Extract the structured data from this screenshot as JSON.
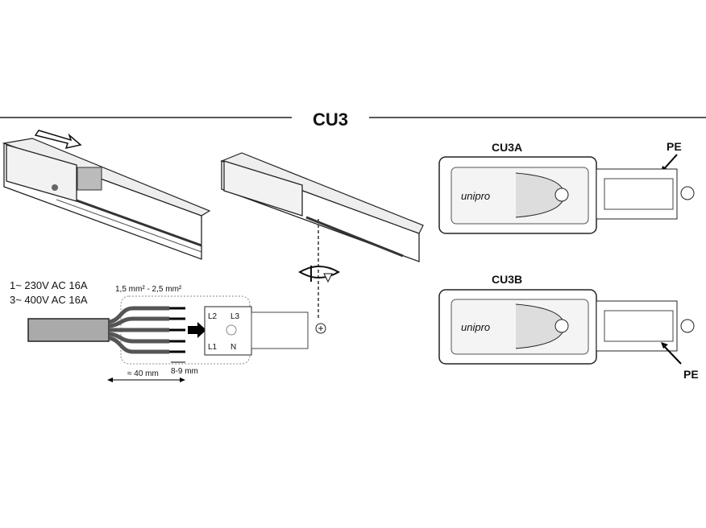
{
  "title": "CU3",
  "supply": {
    "line1": "1~ 230V AC 16A",
    "line2": "3~ 400V AC 16A"
  },
  "wire": {
    "cross_section": "1,5 mm² - 2,5 mm²",
    "strip_length": "8-9 mm",
    "sheath_length": "≈ 40 mm"
  },
  "terminals": [
    "L2",
    "L3",
    "L1",
    "N"
  ],
  "variants": [
    {
      "label": "CU3A",
      "pe_label": "PE",
      "brand": "unipro"
    },
    {
      "label": "CU3B",
      "pe_label": "PE",
      "brand": "unipro"
    }
  ]
}
